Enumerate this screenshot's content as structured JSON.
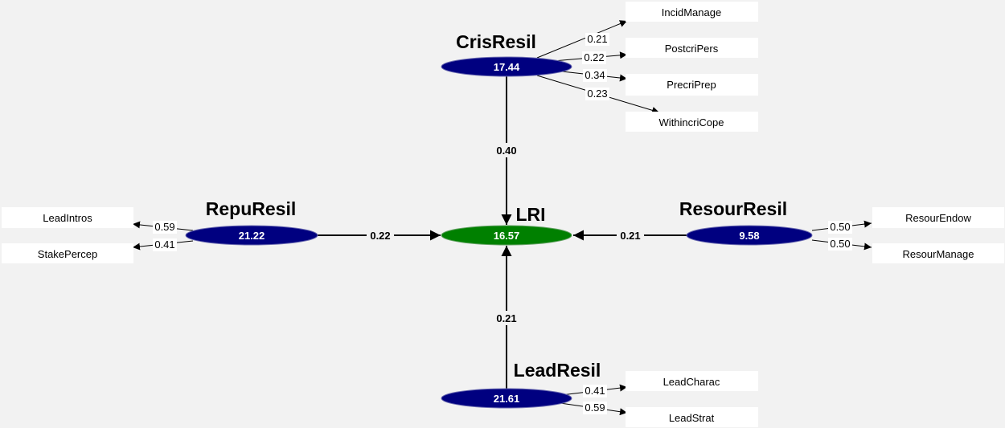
{
  "colors": {
    "background": "#f2f2f2",
    "construct_fill": "#000080",
    "target_fill": "#008000",
    "indicator_fill": "#ffffff",
    "edge": "#000000"
  },
  "constructs": {
    "CrisResil": {
      "title": "CrisResil",
      "value": "17.44"
    },
    "RepuResil": {
      "title": "RepuResil",
      "value": "21.22"
    },
    "LRI": {
      "title": "LRI",
      "value": "16.57"
    },
    "ResourResil": {
      "title": "ResourResil",
      "value": "9.58"
    },
    "LeadResil": {
      "title": "LeadResil",
      "value": "21.61"
    }
  },
  "paths": {
    "CrisResil_LRI": "0.40",
    "RepuResil_LRI": "0.22",
    "ResourResil_LRI": "0.21",
    "LeadResil_LRI": "0.21"
  },
  "indicators": {
    "IncidManage": {
      "label": "IncidManage",
      "loading": "0.21"
    },
    "PostcriPers": {
      "label": "PostcriPers",
      "loading": "0.22"
    },
    "PrecriPrep": {
      "label": "PrecriPrep",
      "loading": "0.34"
    },
    "WithincriCope": {
      "label": "WithincriCope",
      "loading": "0.23"
    },
    "LeadIntros": {
      "label": "LeadIntros",
      "loading": "0.59"
    },
    "StakePercep": {
      "label": "StakePercep",
      "loading": "0.41"
    },
    "ResourEndow": {
      "label": "ResourEndow",
      "loading": "0.50"
    },
    "ResourManage": {
      "label": "ResourManage",
      "loading": "0.50"
    },
    "LeadCharac": {
      "label": "LeadCharac",
      "loading": "0.41"
    },
    "LeadStrat": {
      "label": "LeadStrat",
      "loading": "0.59"
    }
  }
}
